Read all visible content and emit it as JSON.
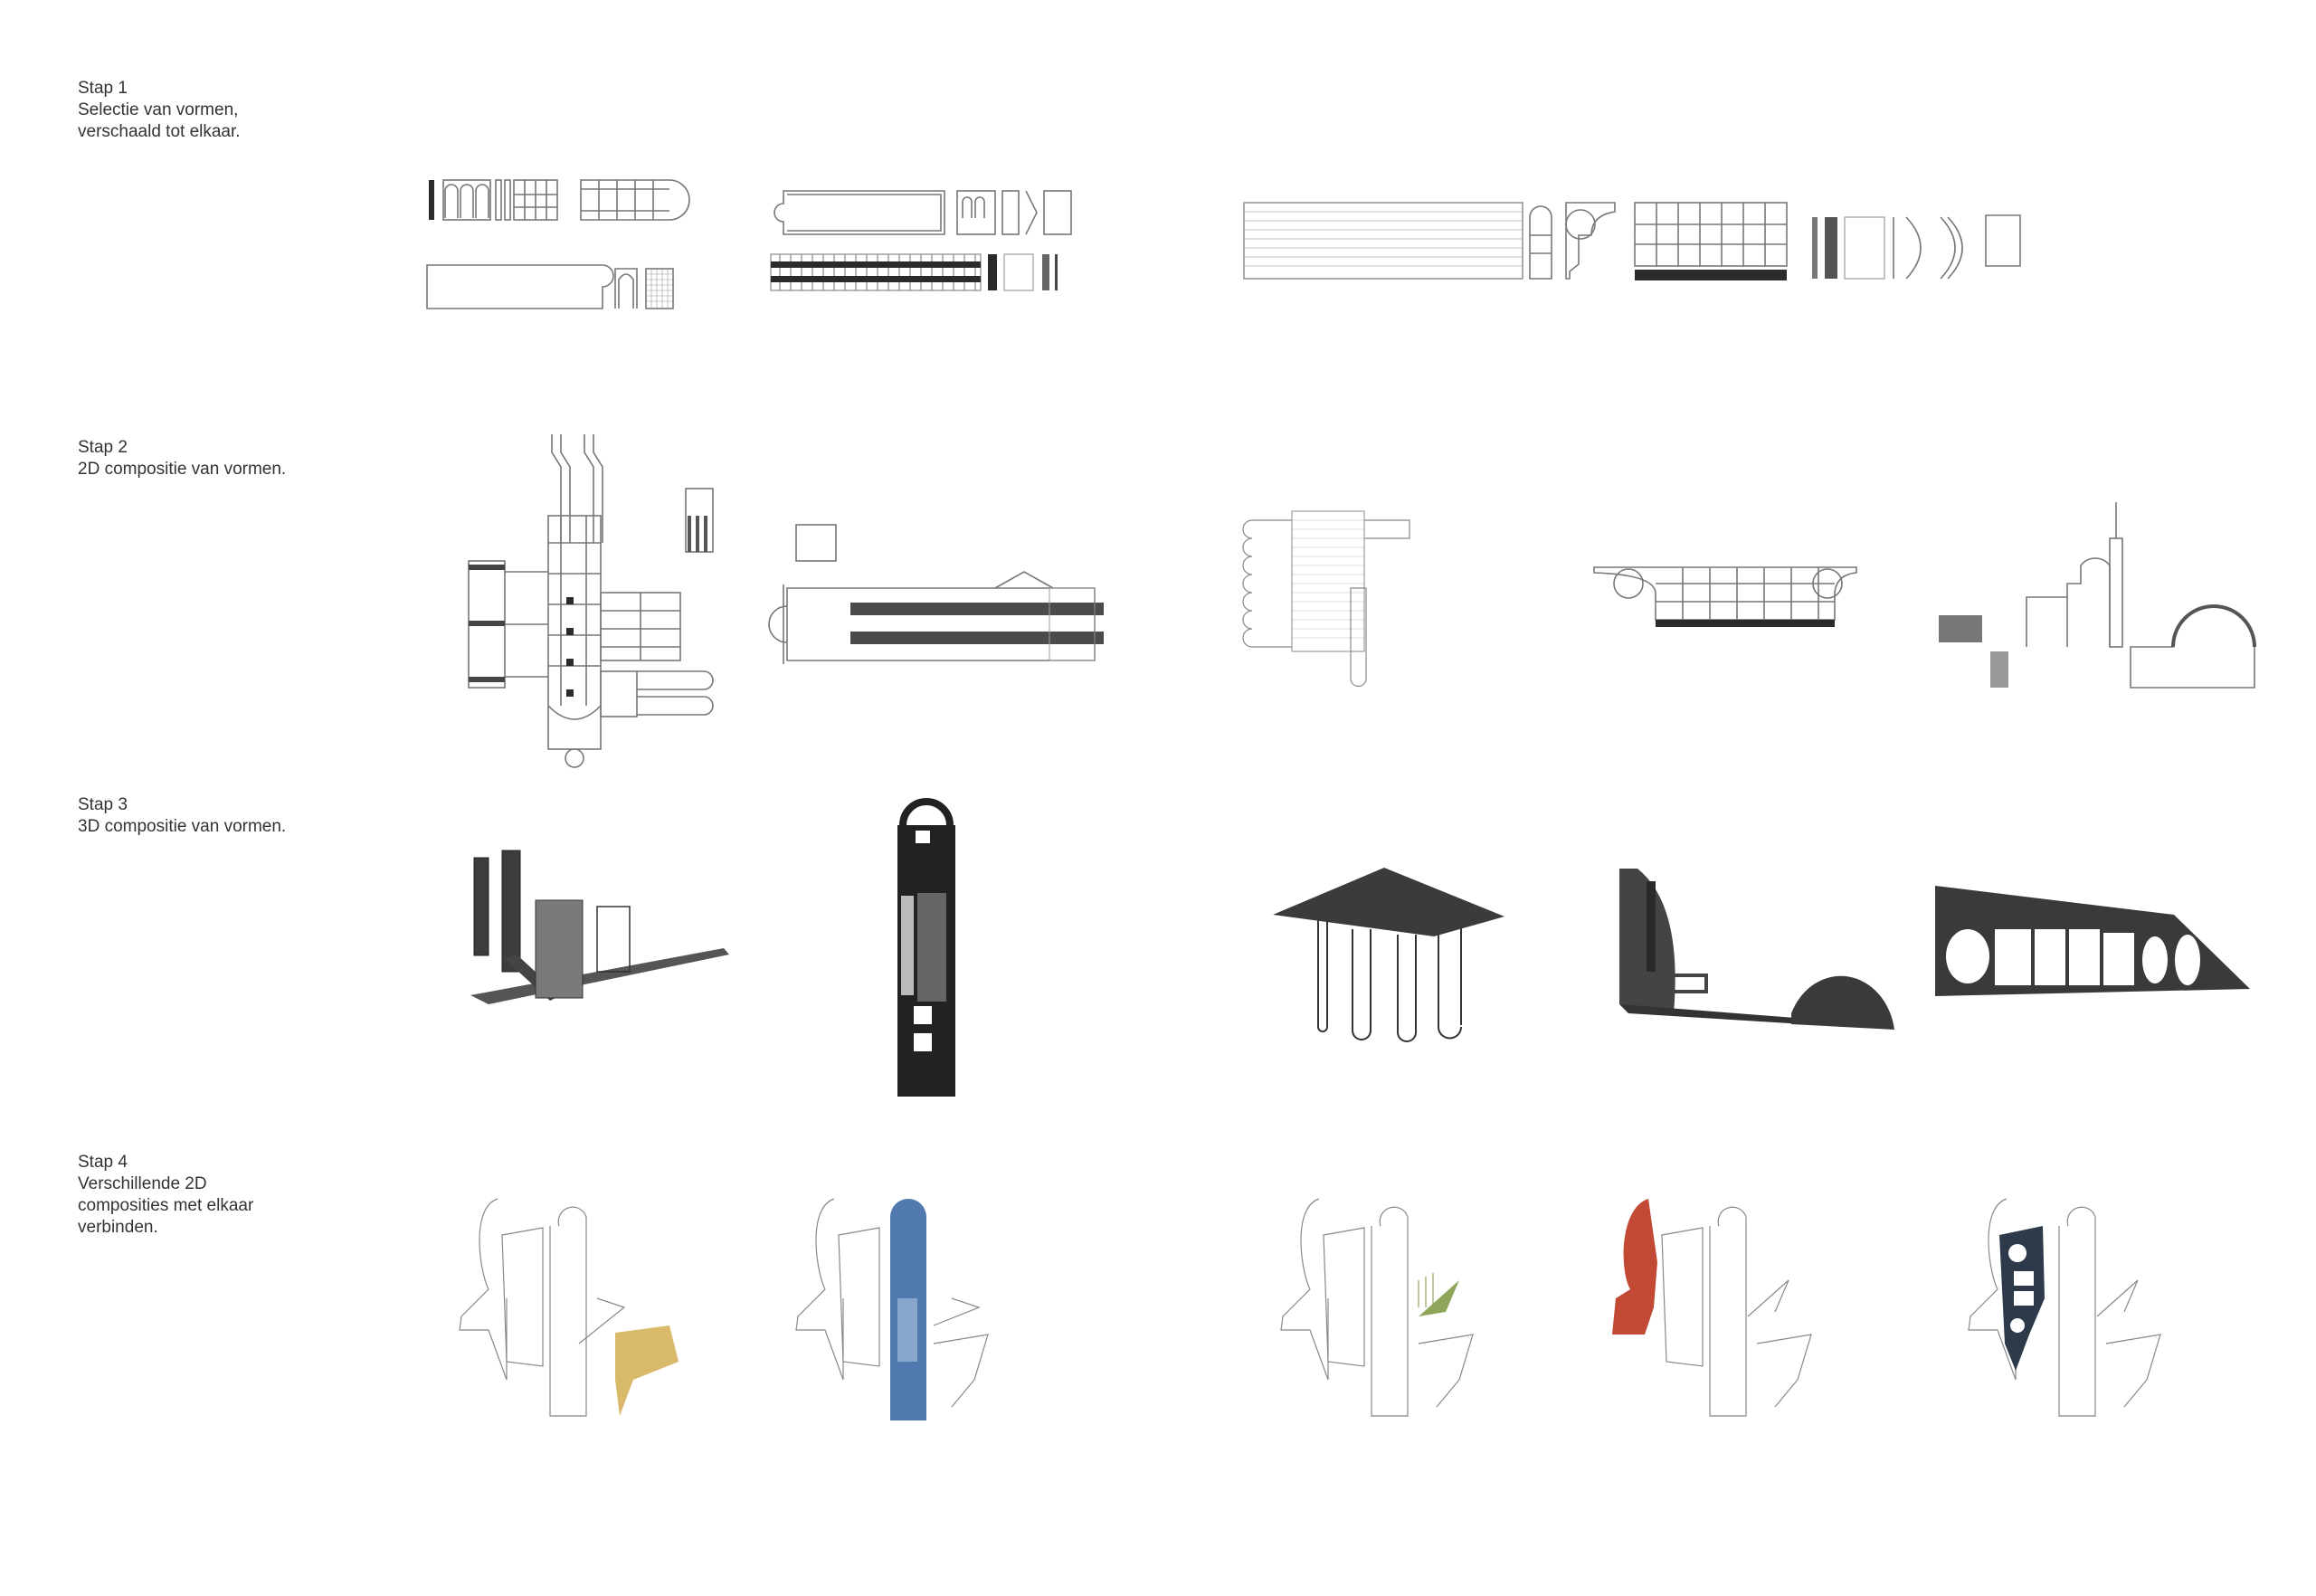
{
  "steps": [
    {
      "title": "Stap 1",
      "lines": [
        "Selectie van vormen,",
        "verschaald tot elkaar."
      ]
    },
    {
      "title": "Stap 2",
      "lines": [
        "2D compositie van vormen."
      ]
    },
    {
      "title": "Stap 3",
      "lines": [
        "3D compositie van vormen."
      ]
    },
    {
      "title": "Stap 4",
      "lines": [
        "Verschillende 2D",
        "composities met elkaar",
        "verbinden."
      ]
    }
  ],
  "figures": {
    "stap1": [
      "shape-set-a",
      "shape-set-b",
      "shape-set-c"
    ],
    "stap2": [
      "plan-composition-a",
      "plan-composition-b",
      "plan-composition-c",
      "elevation-composition-d",
      "elevation-composition-e"
    ],
    "stap3": [
      "model-a",
      "model-b",
      "model-c",
      "model-d",
      "model-e"
    ],
    "stap4": [
      "combined-plan-yellow",
      "combined-plan-blue",
      "combined-plan-green",
      "combined-plan-red",
      "combined-plan-navy"
    ]
  },
  "colors": {
    "yellow": "#d9b96a",
    "blue": "#5079b0",
    "green": "#8fa65a",
    "red": "#c24a34",
    "navy": "#2c3a4a",
    "line": "#777777",
    "model": "#3a3a3a"
  }
}
